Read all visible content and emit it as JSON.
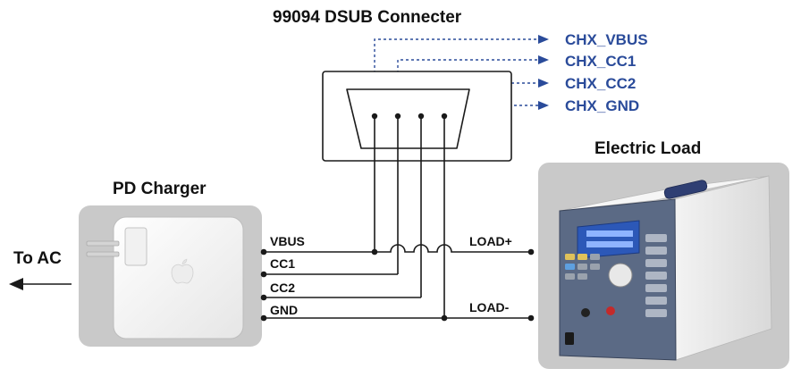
{
  "labels": {
    "dsub_title": "99094 DSUB  Connecter",
    "electric_load_title": "Electric Load",
    "pd_charger_title": "PD Charger",
    "to_ac": "To AC"
  },
  "channels": [
    "CHX_VBUS",
    "CHX_CC1",
    "CHX_CC2",
    "CHX_GND"
  ],
  "wires": [
    "VBUS",
    "CC1",
    "CC2",
    "GND"
  ],
  "load_terminals": {
    "positive": "LOAD+",
    "negative": "LOAD-"
  },
  "colors": {
    "channel_blue": "#2a4b9a",
    "wire": "#1a1a1a",
    "panel_gray": "#c9c9c9"
  },
  "icons": [
    "apple-logo-icon",
    "power-plug-icon",
    "arrow-left-icon",
    "arrow-right-icon"
  ]
}
